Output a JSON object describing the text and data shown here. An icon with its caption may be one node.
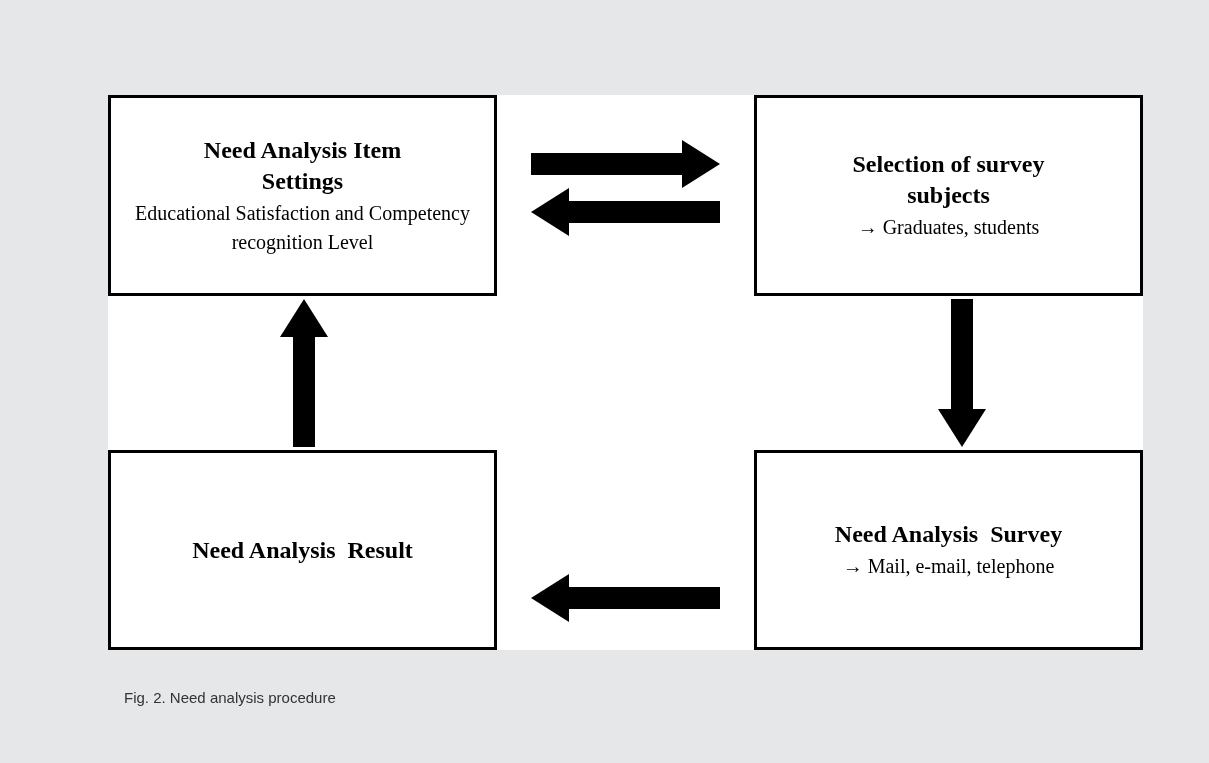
{
  "diagram": {
    "caption": "Fig. 2. Need analysis procedure",
    "nodes": [
      {
        "text": [
          "Need Analysis Item Settings",
          "Educational Satisfaction and Competency recognition Level"
        ]
      },
      {
        "text": [
          "Selection of survey subjects",
          "→ Graduates, students"
        ]
      },
      {
        "text": [
          "Need Analysis  Result"
        ]
      },
      {
        "text": [
          "Need Analysis  Survey",
          "→ Mail, e-mail, telephone"
        ]
      }
    ],
    "edges": [
      {
        "from": 0,
        "to": 1,
        "arrow": "to"
      },
      {
        "from": 1,
        "to": 0,
        "arrow": "to"
      },
      {
        "from": 1,
        "to": 3,
        "arrow": "to"
      },
      {
        "from": 3,
        "to": 2,
        "arrow": "to"
      },
      {
        "from": 2,
        "to": 0,
        "arrow": "to"
      }
    ]
  }
}
